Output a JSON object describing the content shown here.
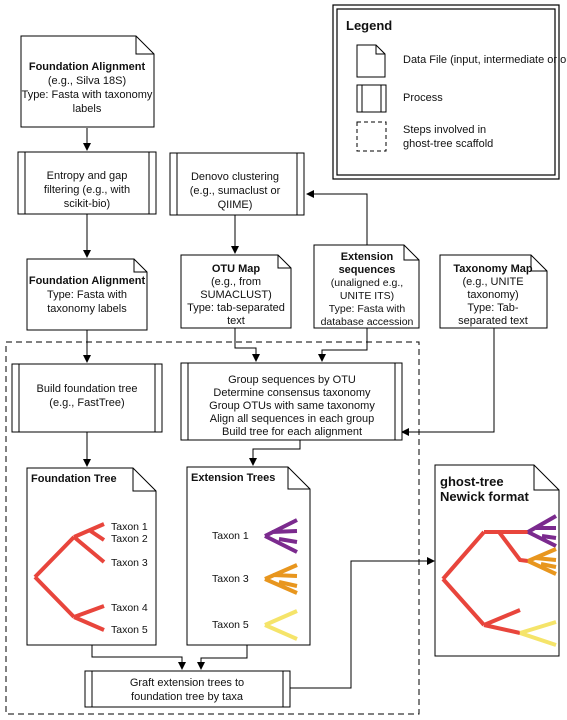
{
  "legend": {
    "title": "Legend",
    "data_file": "Data File (input, intermediate or output",
    "process": "Process",
    "steps": [
      "Steps involved in",
      "ghost-tree scaffold"
    ]
  },
  "foundation_alignment_input": {
    "title": "Foundation Alignment",
    "lines": [
      "(e.g., Silva 18S)",
      "Type: Fasta with taxonomy",
      "labels"
    ]
  },
  "entropy_filter": {
    "lines": [
      "Entropy and gap",
      "filtering (e.g., with",
      "scikit-bio)"
    ]
  },
  "denovo": {
    "lines": [
      "Denovo clustering",
      "(e.g., sumaclust or",
      "QIIME)"
    ]
  },
  "foundation_alignment_filtered": {
    "title": "Foundation Alignment",
    "lines": [
      "Type: Fasta with",
      "taxonomy  labels"
    ]
  },
  "otu_map": {
    "title": "OTU Map",
    "lines": [
      "(e.g., from",
      "SUMACLUST)",
      "Type: tab-separated",
      "text"
    ]
  },
  "extension_sequences": {
    "title_lines": [
      "Extension",
      "sequences"
    ],
    "lines": [
      "(unaligned e.g.,",
      "UNITE ITS)",
      "Type: Fasta with",
      "database accession"
    ]
  },
  "taxonomy_map": {
    "title": "Taxonomy Map",
    "lines": [
      "(e.g., UNITE",
      "taxonomy)",
      "Type: Tab-",
      "separated text"
    ]
  },
  "build_tree": {
    "lines": [
      "Build foundation tree",
      "(e.g., FastTree)"
    ]
  },
  "group_process": {
    "lines": [
      "Group sequences by OTU",
      "Determine consensus taxonomy",
      "Group OTUs with same taxonomy",
      "Align all sequences in each group",
      "Build tree for each alignment"
    ]
  },
  "foundation_tree": {
    "title": "Foundation Tree",
    "taxa": [
      "Taxon 1",
      "Taxon 2",
      "Taxon 3",
      "Taxon 4",
      "Taxon 5"
    ]
  },
  "extension_trees": {
    "title": "Extension Trees",
    "taxa": [
      "Taxon 1",
      "Taxon 3",
      "Taxon 5"
    ]
  },
  "ghost_tree": {
    "title_lines": [
      "ghost-tree",
      "Newick format"
    ]
  },
  "graft": {
    "lines": [
      "Graft extension trees to",
      "foundation tree by taxa"
    ]
  },
  "colors": {
    "tree_red": "#e8453c",
    "purple": "#7b2a8e",
    "orange": "#e8961e",
    "yellow": "#f5e46a"
  }
}
